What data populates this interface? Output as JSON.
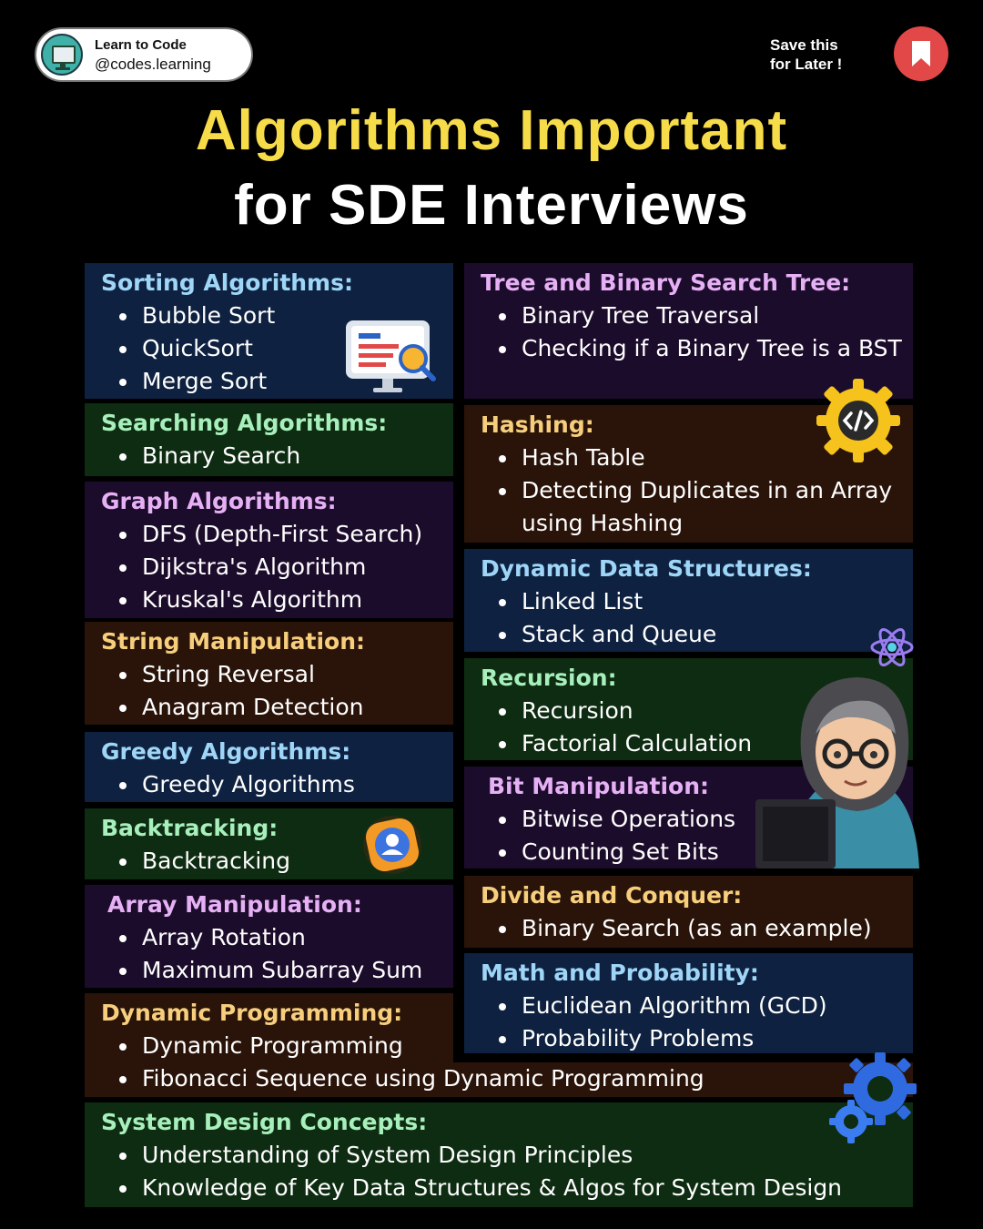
{
  "header": {
    "brand_name": "Learn to Code",
    "brand_handle": "@codes.learning",
    "save_line1": "Save this",
    "save_line2": "for Later !"
  },
  "title": {
    "line1": "Algorithms Important",
    "line2": "for SDE Interviews"
  },
  "colors": {
    "title_yellow": "#f7dc4a",
    "save_red": "#e24848",
    "card_blue": "#0e2140",
    "card_green": "#0e2c12",
    "card_purple": "#1c0c2b",
    "card_brown": "#2a140a"
  },
  "left_cards": [
    {
      "heading": "Sorting Algorithms:",
      "items": [
        "Bubble Sort",
        "QuickSort",
        "Merge Sort"
      ]
    },
    {
      "heading": "Searching Algorithms:",
      "items": [
        "Binary Search"
      ]
    },
    {
      "heading": "Graph Algorithms:",
      "items": [
        "DFS (Depth-First Search)",
        "Dijkstra's Algorithm",
        "Kruskal's Algorithm"
      ]
    },
    {
      "heading": "String Manipulation:",
      "items": [
        "String Reversal",
        "Anagram Detection"
      ]
    },
    {
      "heading": "Greedy Algorithms:",
      "items": [
        "Greedy Algorithms"
      ]
    },
    {
      "heading": "Backtracking:",
      "items": [
        "Backtracking"
      ]
    },
    {
      "heading": "Array Manipulation:",
      "items": [
        "Array Rotation",
        "Maximum Subarray Sum"
      ]
    },
    {
      "heading": "Dynamic Programming:",
      "items": [
        "Dynamic Programming",
        "Fibonacci Sequence using Dynamic Programming"
      ]
    }
  ],
  "right_cards": [
    {
      "heading": "Tree and Binary Search Tree:",
      "items": [
        "Binary Tree Traversal",
        "Checking if a Binary Tree is a BST"
      ]
    },
    {
      "heading": "Hashing:",
      "items": [
        "Hash Table",
        "Detecting Duplicates in an Array using Hashing"
      ]
    },
    {
      "heading": "Dynamic Data Structures:",
      "items": [
        "Linked List",
        "Stack and Queue"
      ]
    },
    {
      "heading": "Recursion:",
      "items": [
        "Recursion",
        "Factorial Calculation"
      ]
    },
    {
      "heading": "Bit Manipulation:",
      "items": [
        "Bitwise Operations",
        "Counting Set Bits"
      ]
    },
    {
      "heading": "Divide and Conquer:",
      "items": [
        "Binary Search (as an example)"
      ]
    },
    {
      "heading": "Math and Probability:",
      "items": [
        "Euclidean Algorithm (GCD)",
        "Probability Problems"
      ]
    }
  ],
  "bottom_card": {
    "heading": "System Design Concepts:",
    "items": [
      "Understanding of System Design Principles",
      "Knowledge of Key Data Structures & Algos for System Design"
    ]
  },
  "icons": [
    "monitor-icon",
    "bookmark-icon",
    "code-monitor-search-icon",
    "code-gear-icon",
    "atom-icon",
    "user-badge-icon",
    "developer-avatar-icon",
    "gears-icon"
  ]
}
